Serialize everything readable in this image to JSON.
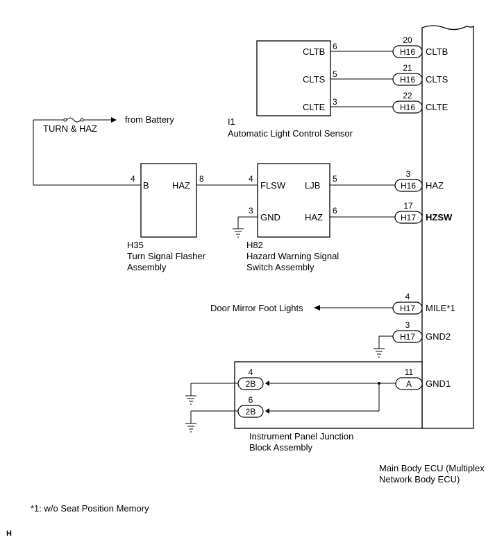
{
  "ecu": {
    "name_line1": "Main Body ECU (Multiplex",
    "name_line2": "Network Body ECU)"
  },
  "sensor": {
    "code": "I1",
    "name": "Automatic Light Control Sensor",
    "pins": [
      {
        "label": "CLTB",
        "pin": "6",
        "connector": "H16",
        "conn_pin": "20",
        "ecu_label": "CLTB"
      },
      {
        "label": "CLTS",
        "pin": "5",
        "connector": "H16",
        "conn_pin": "21",
        "ecu_label": "CLTS"
      },
      {
        "label": "CLTE",
        "pin": "3",
        "connector": "H16",
        "conn_pin": "22",
        "ecu_label": "CLTE"
      }
    ]
  },
  "fuse": {
    "name": "TURN & HAZ",
    "source": "from Battery"
  },
  "flasher": {
    "code": "H35",
    "name_line1": "Turn Signal Flasher",
    "name_line2": "Assembly",
    "pin_b": "4",
    "label_b": "B",
    "pin_haz": "8",
    "label_haz": "HAZ"
  },
  "hazard_switch": {
    "code": "H82",
    "name_line1": "Hazard Warning Signal",
    "name_line2": "Switch Assembly",
    "pin_flsw": "4",
    "label_flsw": "FLSW",
    "pin_gnd": "3",
    "label_gnd": "GND",
    "pin_ljb": "5",
    "label_ljb": "LJB",
    "pin_haz": "6",
    "label_haz": "HAZ"
  },
  "ecu_pins": {
    "haz": {
      "connector": "H16",
      "pin": "3",
      "label": "HAZ"
    },
    "hzsw": {
      "connector": "H17",
      "pin": "17",
      "label": "HZSW"
    },
    "mile": {
      "connector": "H17",
      "pin": "4",
      "label": "MILE*1"
    },
    "gnd2": {
      "connector": "H17",
      "pin": "3",
      "label": "GND2"
    },
    "gnd1": {
      "connector": "A",
      "pin": "11",
      "label": "GND1"
    }
  },
  "door_mirror": {
    "label": "Door Mirror Foot Lights"
  },
  "junction_block": {
    "name_line1": "Instrument Panel Junction",
    "name_line2": "Block Assembly",
    "conn1": {
      "connector": "2B",
      "pin": "4"
    },
    "conn2": {
      "connector": "2B",
      "pin": "6"
    }
  },
  "footnote": "*1: w/o Seat Position Memory",
  "corner_mark": "H"
}
